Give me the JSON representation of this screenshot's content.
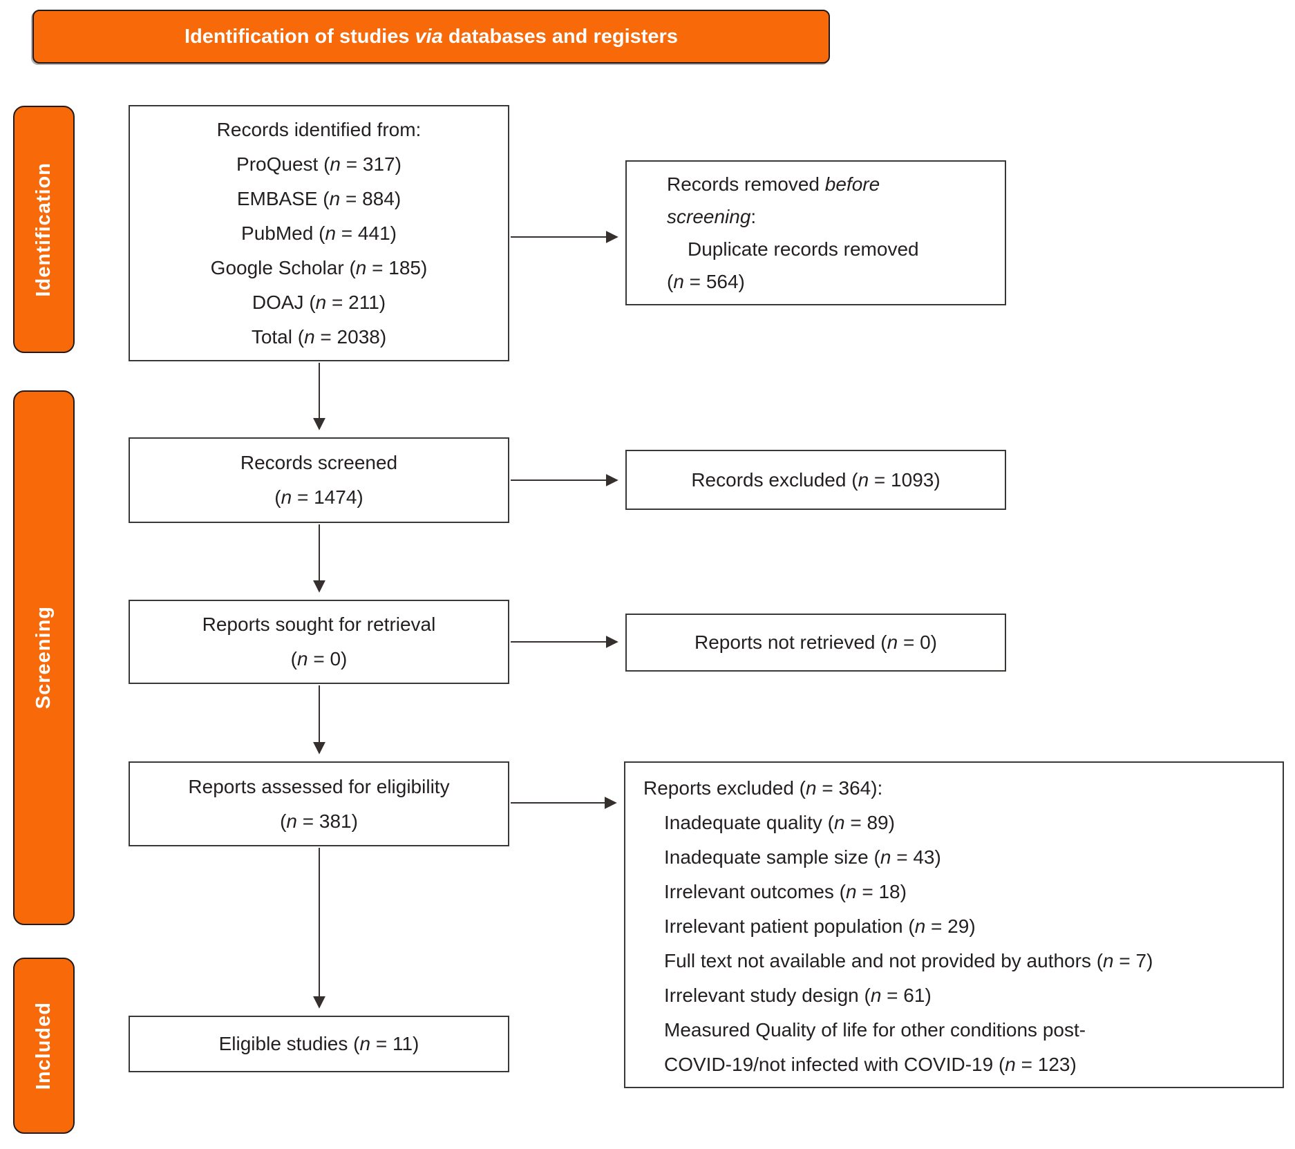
{
  "title": "Identification of studies *via* databases and registers",
  "colors": {
    "accent": "#F8690A",
    "text": "#231F20",
    "line": "#35302E"
  },
  "sidebar": [
    {
      "label": "Identification"
    },
    {
      "label": "Screening"
    },
    {
      "label": "Included"
    }
  ],
  "boxes": {
    "identified": {
      "lines": [
        "Records identified from:",
        "ProQuest (*n* = 317)",
        "EMBASE (*n* = 884)",
        "PubMed (*n* = 441)",
        "Google Scholar (*n* = 185)",
        "DOAJ (*n* = 211)",
        "Total (*n* = 2038)"
      ]
    },
    "removed_before_screening": {
      "lines": [
        "Records removed *before*",
        "*screening*:",
        "Duplicate records removed",
        "(*n* = 564)"
      ]
    },
    "screened": {
      "lines": [
        "Records screened",
        "(*n* = 1474)"
      ]
    },
    "records_excluded": {
      "lines": [
        "Records excluded (*n* = 1093)"
      ]
    },
    "sought": {
      "lines": [
        "Reports sought for retrieval",
        "(*n* = 0)"
      ]
    },
    "not_retrieved": {
      "lines": [
        "Reports not retrieved (*n* = 0)"
      ]
    },
    "assessed": {
      "lines": [
        "Reports assessed for eligibility",
        "(*n* = 381)"
      ]
    },
    "reports_excluded": {
      "lines": [
        "Reports excluded (*n* = 364):",
        "Inadequate quality (*n* = 89)",
        "Inadequate sample size (*n* = 43)",
        "Irrelevant outcomes (*n* = 18)",
        "Irrelevant patient population (*n* = 29)",
        "Full text not available and not provided by authors (*n* = 7)",
        "Irrelevant study design (*n* = 61)",
        "Measured Quality of life for other conditions post-",
        "COVID-19/not infected with COVID-19 (*n* = 123)"
      ]
    },
    "eligible": {
      "lines": [
        "Eligible studies (*n* = 11)"
      ]
    }
  }
}
